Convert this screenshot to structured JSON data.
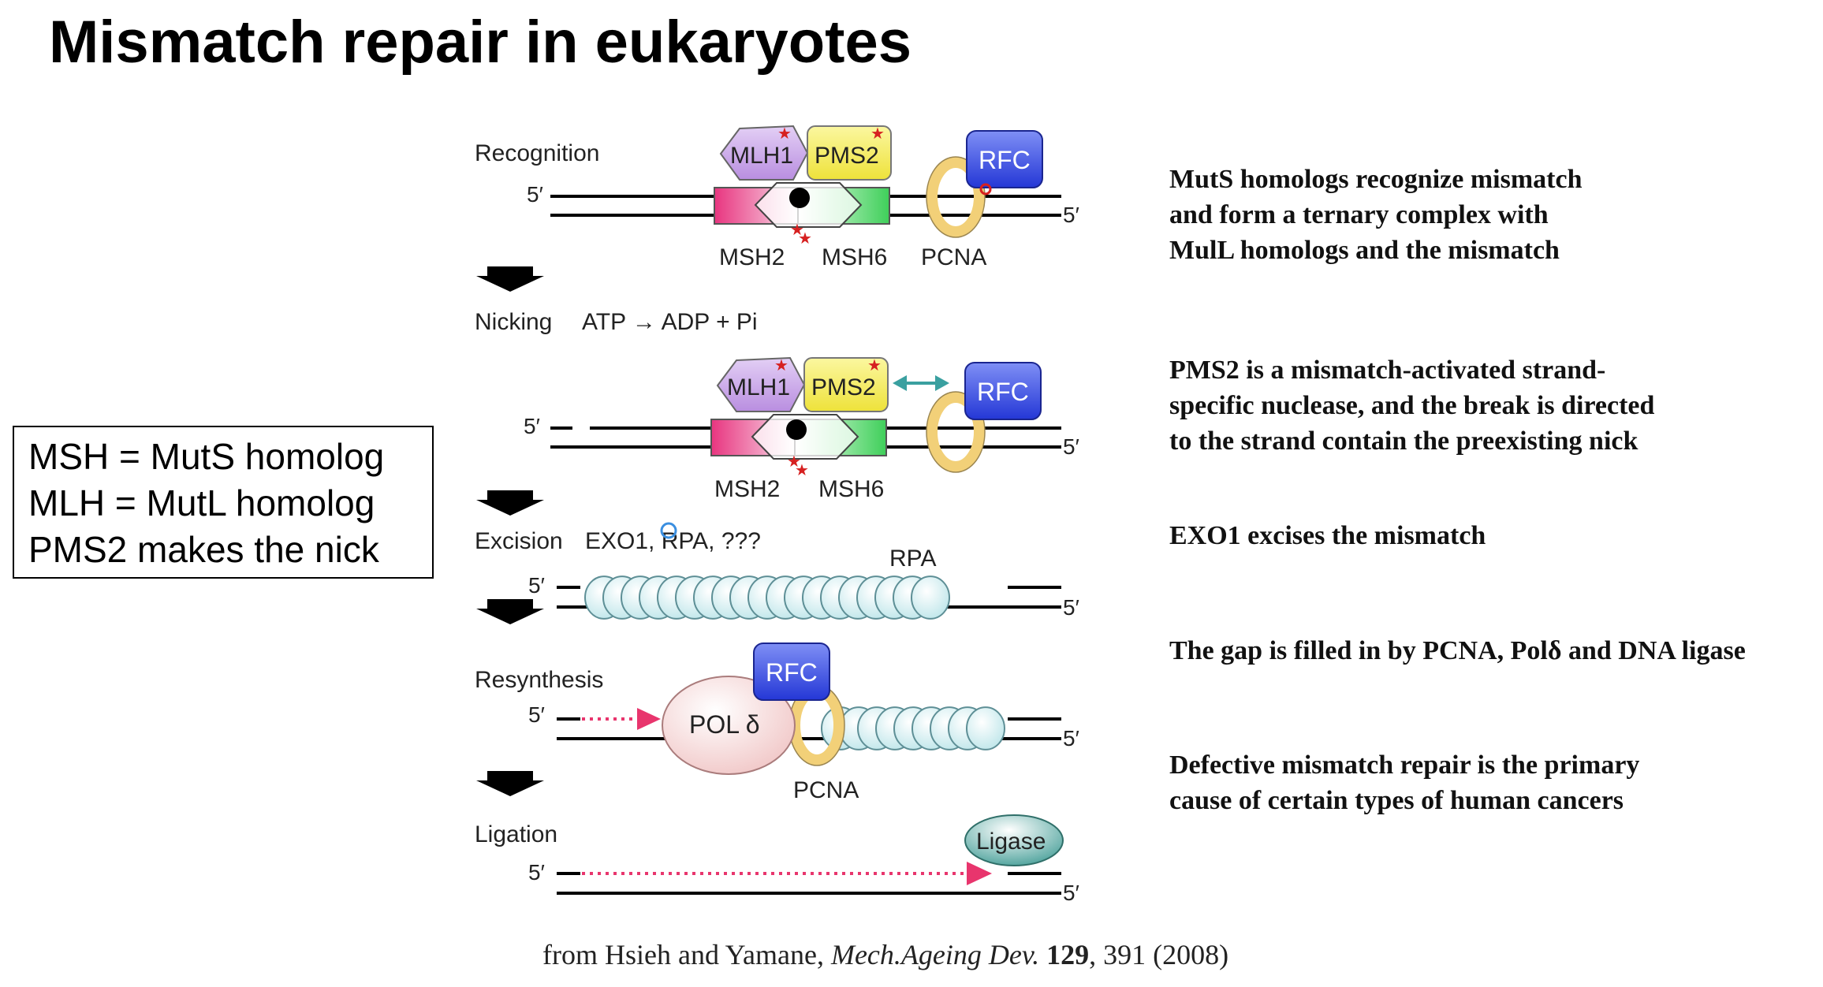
{
  "title": "Mismatch repair in eukaryotes",
  "legend": {
    "line1": "MSH = MutS homolog",
    "line2": "MLH = MutL homolog",
    "line3": "PMS2 makes the nick"
  },
  "steps": {
    "recognition": "Recognition",
    "nicking": "Nicking",
    "nicking_reaction": "ATP → ADP + Pi",
    "excision": "Excision",
    "excision_factors": "EXO1, RPA, ???",
    "resynthesis": "Resynthesis",
    "ligation": "Ligation"
  },
  "labels": {
    "five_prime": "5′",
    "mlh1": "MLH1",
    "pms2": "PMS2",
    "msh2": "MSH2",
    "msh6": "MSH6",
    "rfc": "RFC",
    "pcna": "PCNA",
    "rpa": "RPA",
    "pol_delta": "POL δ",
    "ligase": "Ligase"
  },
  "descriptions": {
    "recognition": [
      "MutS homologs recognize mismatch",
      "and form a ternary complex with",
      "MulL homologs and the mismatch"
    ],
    "nicking": [
      "PMS2 is a mismatch-activated strand-",
      "specific nuclease, and the break is directed",
      "to the strand contain the preexisting nick"
    ],
    "excision": [
      "EXO1 excises the mismatch"
    ],
    "resynthesis": [
      "The gap is filled in by PCNA, Polδ and DNA ligase"
    ],
    "disease": [
      "Defective mismatch repair is  the primary",
      "cause of certain types of human cancers"
    ]
  },
  "citation": {
    "prefix": "from Hsieh and Yamane, ",
    "journal": "Mech.Ageing Dev.",
    "volume": "129",
    "rest": ", 391 (2008)"
  },
  "colors": {
    "mlh1": "#c9a6e6",
    "pms2": "#f5f05a",
    "rfc": "#3b4fe0",
    "msh2": "#e83f86",
    "msh6": "#55d66b",
    "pcna": "#f2d078",
    "rpa": "#d9f1f3",
    "pol": "#f9dede",
    "ligase": "#5aa6a0",
    "arrowhead": "#e8356d",
    "teal_arrow": "#3aa0a0",
    "star": "#d62020"
  }
}
